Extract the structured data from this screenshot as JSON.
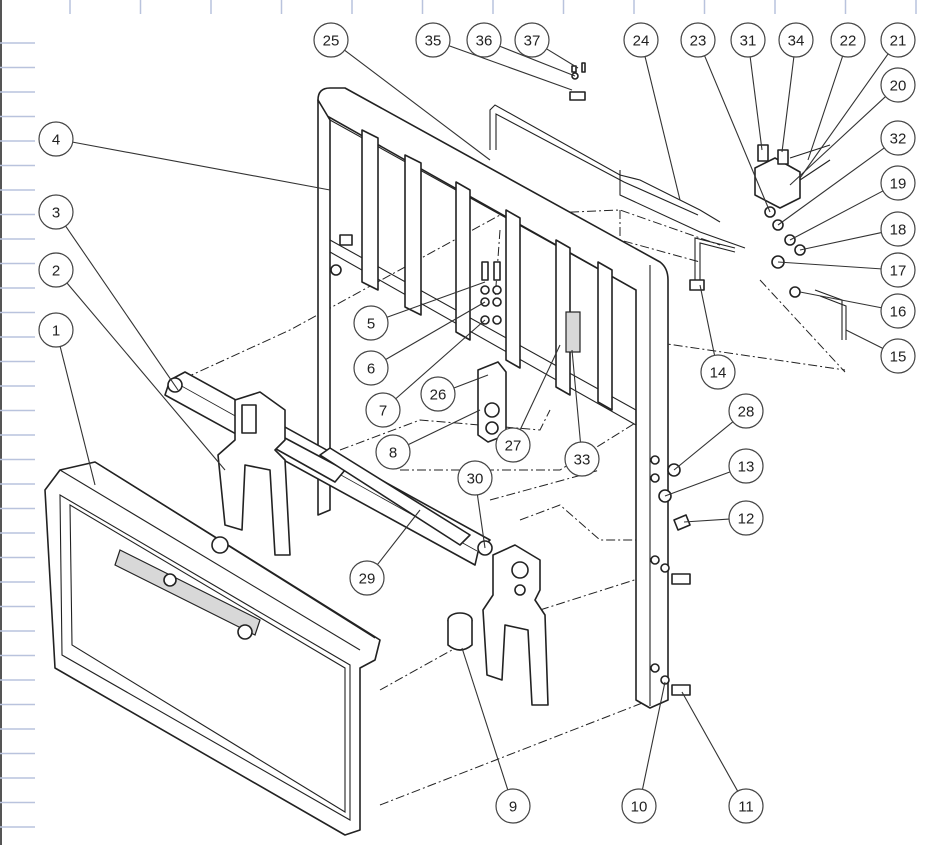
{
  "drawing": {
    "type": "exploded-assembly-view",
    "balloons": [
      "25",
      "35",
      "36",
      "37",
      "24",
      "23",
      "31",
      "34",
      "22",
      "21",
      "20",
      "4",
      "32",
      "3",
      "19",
      "18",
      "2",
      "17",
      "16",
      "1",
      "5",
      "6",
      "15",
      "14",
      "7",
      "26",
      "28",
      "8",
      "27",
      "33",
      "13",
      "30",
      "12",
      "29",
      "9",
      "10",
      "11"
    ]
  },
  "colors": {
    "ruler": "#b9c3dd",
    "line": "#222222",
    "shade": "#d8d8d8"
  }
}
